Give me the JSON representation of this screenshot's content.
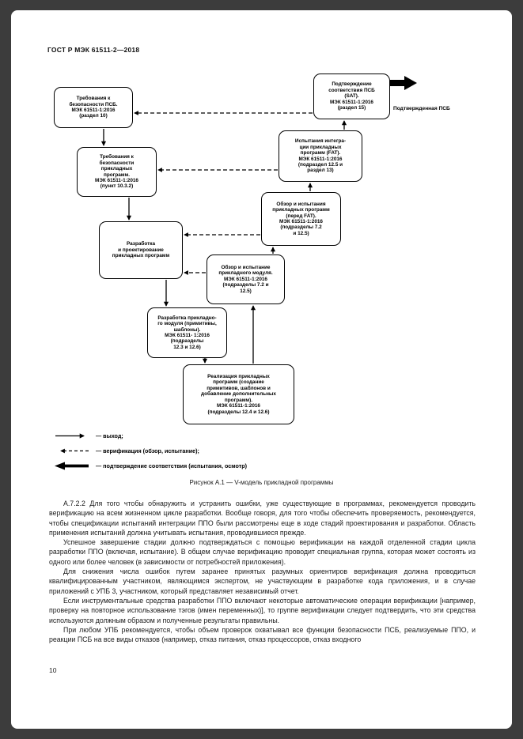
{
  "page": {
    "header": "ГОСТ Р МЭК 61511-2—2018",
    "page_number": "10"
  },
  "diagram": {
    "boxes": [
      {
        "name": "sis-safety-requirements",
        "text": "Требования к\nбезопасности ПСБ.\nМЭК 61511-1:2016\n(раздел 10)"
      },
      {
        "name": "sis-validation-sat",
        "text": "Подтверждение\nсоответствия ПСБ\n(SAT).\nМЭК 61511-1:2016\n(раздел 15)"
      },
      {
        "name": "integration-testing-fat",
        "text": "Испытания интегра-\nции прикладных\nпрограмм (FAT).\nМЭК 61511-1:2016\n(подраздел 12.5 и\nраздел 13)"
      },
      {
        "name": "application-program-safety-requirements",
        "text": "Требования к\nбезопасности\nприкладных\nпрограмм.\nМЭК 61511-1:2016\n(пункт 10.3.2)"
      },
      {
        "name": "pre-fat-review-testing",
        "text": "Обзор и испытания\nприкладных программ\n(перед FAT).\nМЭК 61511-1:2016\n(подразделы 7.2\nи 12.5)"
      },
      {
        "name": "application-program-design",
        "text": "Разработка\nи проектирование\nприкладных программ"
      },
      {
        "name": "module-review-testing",
        "text": "Обзор и испытание\nприкладного модуля.\nМЭК 61511-1:2016\n(подразделы 7.2 и\n12.5)"
      },
      {
        "name": "module-development",
        "text": "Разработка прикладно-\nго модуля (примитивы,\nшаблоны).\nМЭК 61511- 1:2016\n(подразделы\n12.3 и 12.6)"
      },
      {
        "name": "program-implementation",
        "text": "Реализация прикладных\nпрограмм (создание\nпримитивов, шаблонов и\nдобавление дополнительных\nпрограмм).\nМЭК 61511-1:2016\n(подразделы 12.4 и 12.6)"
      }
    ],
    "validated_label": "Подтвержденная ПСБ",
    "legend": [
      {
        "icon": "solid-right-arrow-icon",
        "label": "— выход;"
      },
      {
        "icon": "dashed-left-arrow-icon",
        "label": "— верификация (обзор, испытание);"
      },
      {
        "icon": "thick-left-arrow-icon",
        "label": "— подтверждение соответствия (испытания, осмотр)"
      }
    ],
    "caption": "Рисунок А.1 — V-модель прикладной программы"
  },
  "body": {
    "paragraphs": [
      "А.7.2.2 Для того чтобы обнаружить и устранить ошибки, уже существующие в программах, рекомендуется проводить верификацию на всем жизненном цикле разработки. Вообще говоря, для того чтобы обеспечить проверяемость, рекомендуется, чтобы спецификации испытаний интеграции ППО были рассмотрены еще в ходе стадий проектирования и разработки. Область применения испытаний должна учитывать испытания, проводившиеся прежде.",
      "Успешное завершение стадии должно подтверждаться с помощью верификации на каждой отделенной стадии цикла разработки ППО (включая, испытание). В общем случае верификацию проводит специальная группа, которая может состоять из одного или более человек (в зависимости от потребностей приложения).",
      "Для снижения числа ошибок путем заранее принятых разумных ориентиров верификация должна проводиться квалифицированным участником, являющимся экспертом, не участвующим в разработке кода приложения, и в случае приложений с УПБ 3, участником, который представляет независимый отчет.",
      "Если инструментальные средства разработки ППО включают некоторые автоматические операции верификации [например, проверку на повторное использование тэгов (имен переменных)], то группе верификации следует подтвердить, что эти средства используются должным образом и полученные результаты правильны.",
      "При любом УПБ рекомендуется, чтобы объем проверок охватывал все функции безопасности ПСБ, реализуемые ППО, и реакции ПСБ на все виды отказов (например, отказ питания, отказ процессоров, отказ входного"
    ]
  },
  "colors": {
    "frame_background": "#3c3c3c",
    "page_background": "#ffffff",
    "ink": "#000000"
  }
}
